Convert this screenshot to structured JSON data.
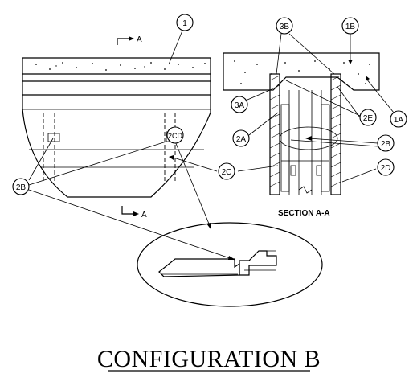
{
  "labels": {
    "l1": "1",
    "l1a": "1A",
    "l1b": "1B",
    "l2a": "2A",
    "l2b_left": "2B",
    "l2b_right": "2B",
    "l2c": "2C",
    "l2cd": "2CD",
    "l2d": "2D",
    "l2e": "2E",
    "l3a": "3A",
    "l3b": "3B"
  },
  "section_markers": {
    "top": "A",
    "bottom": "A"
  },
  "section_title": "SECTION A-A",
  "caption": "CONFIGURATION B"
}
